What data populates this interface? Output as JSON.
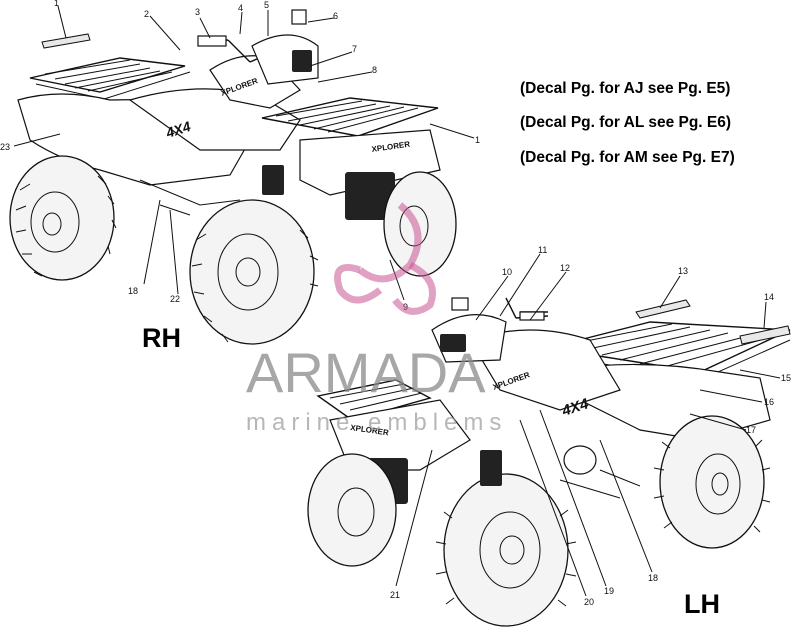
{
  "notes": [
    "(Decal Pg. for AJ see Pg. E5)",
    "(Decal Pg. for AL see Pg. E6)",
    "(Decal Pg. for AM see Pg. E7)"
  ],
  "views": {
    "rh": "RH",
    "lh": "LH"
  },
  "watermark": {
    "brand": "ARMADA",
    "sub": "marine emblems"
  },
  "decals": {
    "model_badge": "XPLORER",
    "fender_badge": "4X4",
    "side_stripe": "XPLORER"
  },
  "callouts": [
    "1",
    "2",
    "3",
    "4",
    "5",
    "6",
    "7",
    "8",
    "1",
    "23",
    "18",
    "22",
    "9",
    "10",
    "11",
    "12",
    "13",
    "14",
    "15",
    "16",
    "17",
    "21",
    "20",
    "19",
    "18"
  ],
  "colors": {
    "logo": "#c8548f",
    "ink": "#111111",
    "watermark_text": "#8a8a8a"
  }
}
